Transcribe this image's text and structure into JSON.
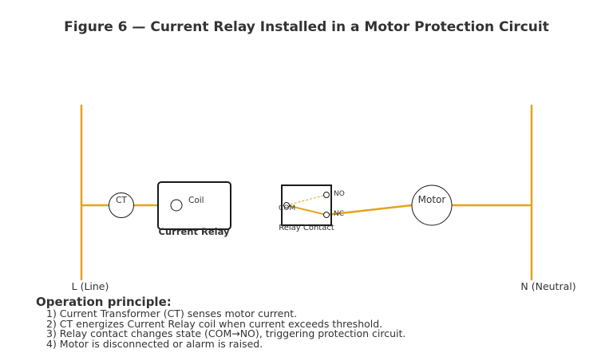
{
  "figure": {
    "title": "Figure 6 — Current Relay Installed in a Motor Protection Circuit"
  },
  "labels": {
    "line": "L (Line)",
    "neutral": "N (Neutral)",
    "ct": "CT",
    "coil": "Coil",
    "current_relay": "Current Relay",
    "relay_contact": "Relay Contact",
    "com": "COM",
    "no": "NO",
    "nc": "NC",
    "motor": "Motor"
  },
  "operation": {
    "heading": "Operation principle:",
    "steps": [
      "1) Current Transformer (CT) senses motor current.",
      "2) CT energizes Current Relay coil when current exceeds threshold.",
      "3) Relay contact changes state (COM→NO), triggering protection circuit.",
      "4) Motor is disconnected or alarm is raised."
    ]
  },
  "colors": {
    "wire": "#E5A21A",
    "outline": "#1a1a1a",
    "text": "#333333"
  }
}
